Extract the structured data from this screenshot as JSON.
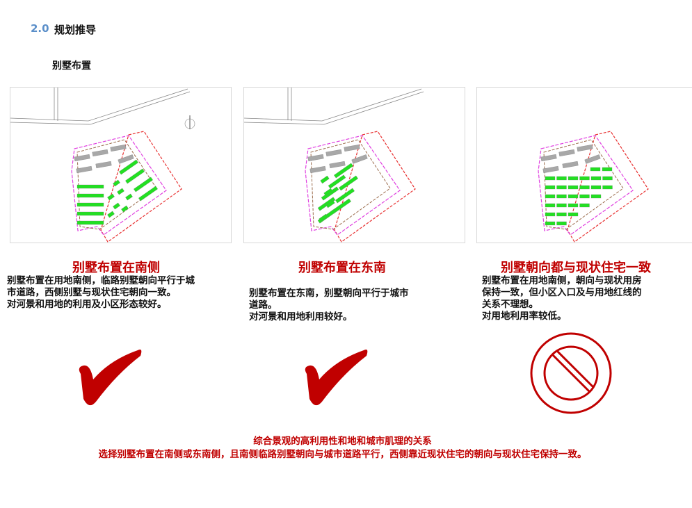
{
  "header": {
    "section_number": "2.0",
    "section_title": "规划推导",
    "subtitle": "别墅布置"
  },
  "options": [
    {
      "title": "别墅布置在南侧",
      "description": "别墅布置在用地南侧，临路别墅朝向平行于城\n市道路，西侧别墅与现状住宅朝向一致。\n对河景和用地的利用及小区形态较好。",
      "verdict_icon": "check-mark-icon"
    },
    {
      "title": "别墅布置在东南",
      "description": "别墅布置在东南，别墅朝向平行于城市\n道路。\n对河景和用地利用较好。",
      "verdict_icon": "check-mark-icon"
    },
    {
      "title": "别墅朝向都与现状住宅一致",
      "description": "别墅布置在用地南侧，朝向与现状用房\n保持一致，但小区入口及与用地红线的\n关系不理想。\n对用地利用率较低。",
      "verdict_icon": "prohibited-icon"
    }
  ],
  "conclusion": {
    "line1": "综合景观的高利用性和地和城市肌理的关系",
    "line2": "选择别墅布置在南侧或东南侧，且南侧临路别墅朝向与城市道路平行，西侧靠近现状住宅的朝向与现状住宅保持一致。"
  },
  "colors": {
    "accent_blue": "#5b8fc9",
    "red": "#c00000",
    "villa_green": "#22e022",
    "existing_gray": "#a8a8a8",
    "boundary_red": "#e83030",
    "boundary_pink": "#e040e0",
    "boundary_brown": "#9a6a4a"
  }
}
